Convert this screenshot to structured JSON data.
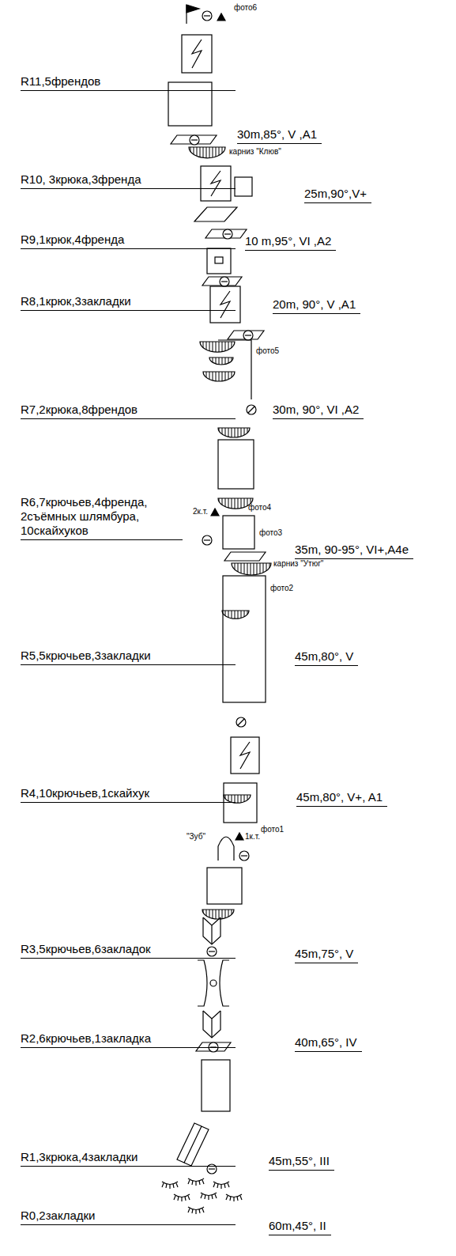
{
  "diagram": {
    "labels": [
      "фото6",
      "R11,5френдов",
      "30m,85°, V ,A1",
      "карниз \"Клюв\"",
      "R10, 3крюка,3френда",
      "25m,90°,V+",
      "R9,1крюк,4френда",
      "10 m,95°, VI ,A2",
      "R8,1крюк,3закладки",
      "20m, 90°, V ,A1",
      "фото5",
      "R7,2крюка,8френдов",
      "30m, 90°, VI ,A2",
      "фото4",
      "2к.т.",
      "R6,7крючьев,4френда, 2съёмных шлямбура, 10скайхуков",
      "фото3",
      "35m, 90-95°, VI+,A4e",
      "карниз \"Утюг\"",
      "фото2",
      "R5,5крючьев,3закладки",
      "45m,80°, V",
      "фото1",
      "\"Зуб\"",
      "1к.т.",
      "R4,10крючьев,1скайхук",
      "45m,80°, V+, A1",
      "R3,5крючьев,6закладок",
      "45m,75°, V",
      "R2,6крючьев,1закладка",
      "40m,65°, IV",
      "R1,3крюка,4закладки",
      "45m,55°, III",
      "R0,2закладки",
      "60m,45°, II"
    ]
  }
}
